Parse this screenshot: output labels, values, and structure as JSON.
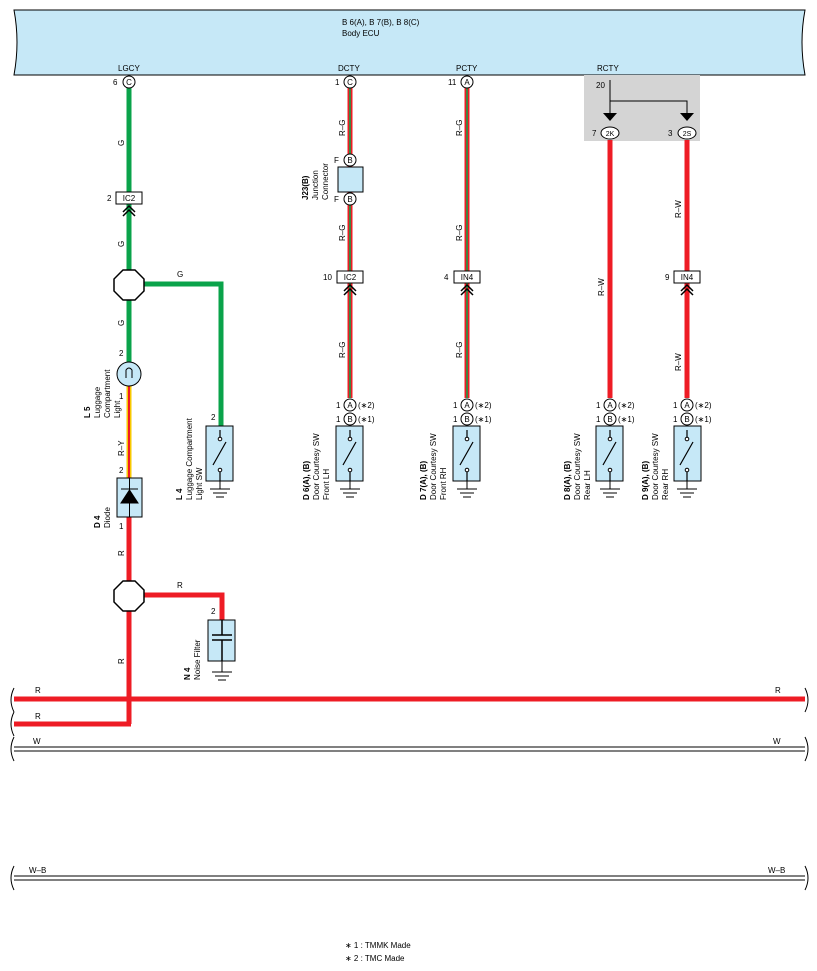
{
  "ecu": {
    "title": "B 6(A), B 7(B), B 8(C)",
    "subtitle": "Body ECU",
    "terminals": {
      "lgcy": {
        "name": "LGCY",
        "pin": "6",
        "conn": "C"
      },
      "dcty": {
        "name": "DCTY",
        "pin": "1",
        "conn": "C"
      },
      "pcty": {
        "name": "PCTY",
        "pin": "11",
        "conn": "A"
      },
      "rcty": {
        "name": "RCTY",
        "pin": "20",
        "pin_left": "7",
        "conn_left": "2K",
        "pin_right": "3",
        "conn_right": "2S"
      }
    }
  },
  "wires": {
    "g": "G",
    "rg": "R–G",
    "rw": "R–W",
    "ry": "R–Y",
    "r": "R",
    "w": "W",
    "wb": "W–B"
  },
  "junctions": {
    "ic2_top": {
      "pin": "2",
      "label": "IC2"
    },
    "ic2_mid": {
      "pin": "10",
      "label": "IC2"
    },
    "in4_pcty": {
      "pin": "4",
      "label": "IN4"
    },
    "in4_rear": {
      "pin": "9",
      "label": "IN4"
    },
    "j23": {
      "code": "J23(B)",
      "line1": "Junction",
      "line2": "Connector",
      "pin_f": "F",
      "conn": "B"
    }
  },
  "components": {
    "l5": {
      "code": "L 5",
      "line1": "Luggage",
      "line2": "Compartment",
      "line3": "Light",
      "pin_top": "2",
      "pin_bottom": "1"
    },
    "l4": {
      "code": "L 4",
      "line1": "Luggage Compartment",
      "line2": "Light SW",
      "pin": "2"
    },
    "d4": {
      "code": "D 4",
      "line1": "Diode",
      "pin_top": "2",
      "pin_bottom": "1"
    },
    "n4": {
      "code": "N 4",
      "line1": "Noise Filter",
      "pin": "2"
    },
    "d6": {
      "code": "D 6(A), (B)",
      "line1": "Door Courtesy SW",
      "line2": "Front LH"
    },
    "d7": {
      "code": "D 7(A), (B)",
      "line1": "Door Courtesy SW",
      "line2": "Front RH"
    },
    "d8": {
      "code": "D 8(A), (B)",
      "line1": "Door Courtesy SW",
      "line2": "Rear LH"
    },
    "d9": {
      "code": "D 9(A), (B)",
      "line1": "Door Courtesy SW",
      "line2": "Rear RH"
    },
    "sw_pins": {
      "pin": "1",
      "conn_a": "A",
      "conn_b": "B",
      "note_a": "(∗2)",
      "note_b": "(∗1)"
    }
  },
  "notes": {
    "n1": "∗ 1 : TMMK Made",
    "n2": "∗ 2 : TMC Made"
  },
  "colors": {
    "ecu_fill": "#c6e8f7",
    "green": "#0aa34a",
    "red": "#ee1c25",
    "component_fill": "#c6e8f7",
    "shade": "#d4d4d4"
  }
}
